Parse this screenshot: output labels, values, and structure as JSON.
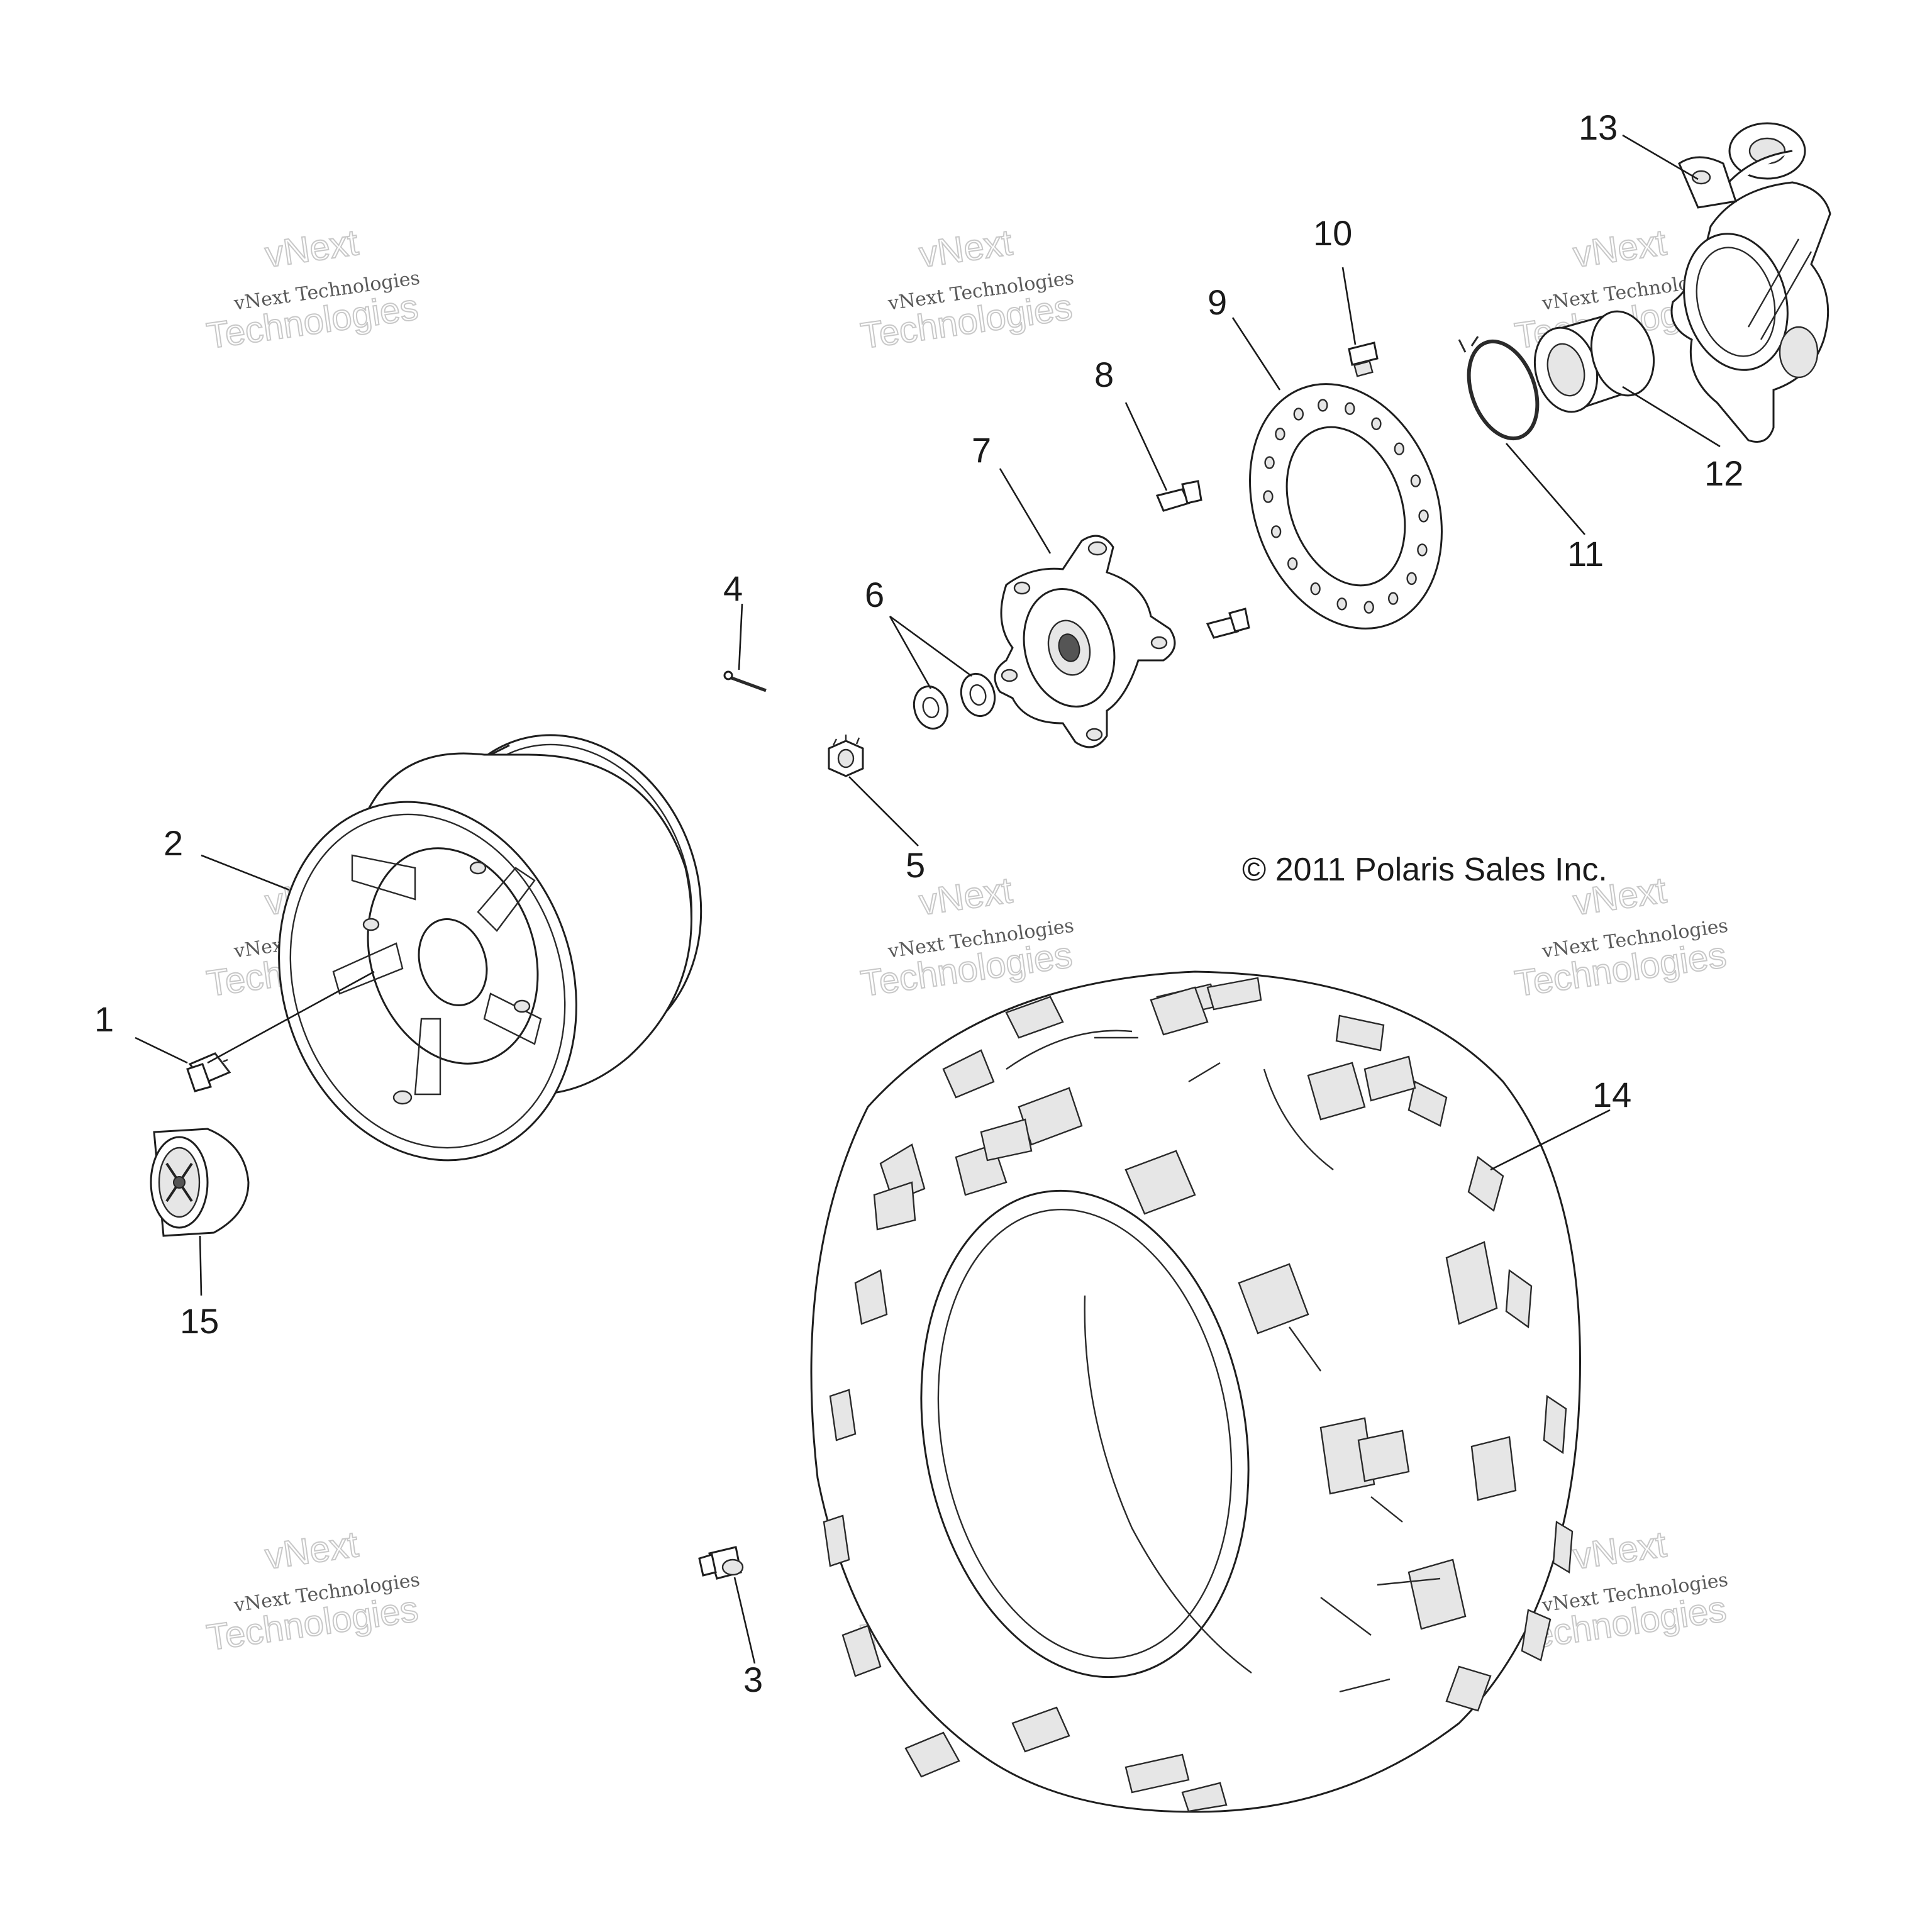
{
  "diagram": {
    "copyright": "© 2011 Polaris Sales Inc.",
    "watermark": {
      "line1": "vNext Technologies",
      "line2": "vNext",
      "line3": "Technologies"
    },
    "callouts": {
      "c1": "1",
      "c2": "2",
      "c3": "3",
      "c4": "4",
      "c5": "5",
      "c6": "6",
      "c7": "7",
      "c8": "8",
      "c9": "9",
      "c10": "10",
      "c11": "11",
      "c12": "12",
      "c13": "13",
      "c14": "14",
      "c15": "15"
    },
    "parts": [
      {
        "callout": "1",
        "name": "lug-nut"
      },
      {
        "callout": "2",
        "name": "wheel-rim"
      },
      {
        "callout": "3",
        "name": "valve-stem"
      },
      {
        "callout": "4",
        "name": "cotter-pin"
      },
      {
        "callout": "5",
        "name": "castle-nut"
      },
      {
        "callout": "6",
        "name": "washers"
      },
      {
        "callout": "7",
        "name": "wheel-hub"
      },
      {
        "callout": "8",
        "name": "wheel-stud"
      },
      {
        "callout": "9",
        "name": "brake-disc"
      },
      {
        "callout": "10",
        "name": "disc-bolt"
      },
      {
        "callout": "11",
        "name": "retaining-ring"
      },
      {
        "callout": "12",
        "name": "bearing"
      },
      {
        "callout": "13",
        "name": "bearing-carrier"
      },
      {
        "callout": "14",
        "name": "tire"
      },
      {
        "callout": "15",
        "name": "center-cap"
      }
    ]
  }
}
